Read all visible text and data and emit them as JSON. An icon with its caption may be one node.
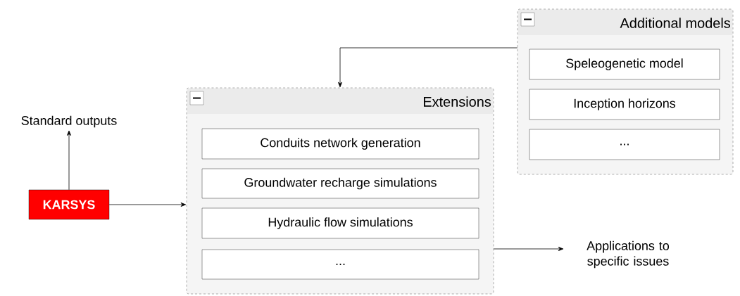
{
  "diagram": {
    "nodes": [
      {
        "text": [
          "Standard outputs"
        ]
      },
      {
        "text": [
          "KARSYS"
        ]
      },
      {
        "text": [
          "Extensions"
        ]
      },
      {
        "text": [
          "Conduits network generation"
        ],
        "in": 2
      },
      {
        "text": [
          "Groundwater recharge simulations"
        ],
        "in": 2
      },
      {
        "text": [
          "Hydraulic flow simulations"
        ],
        "in": 2
      },
      {
        "text": [
          "..."
        ],
        "in": 2
      },
      {
        "text": [
          "Additional models"
        ]
      },
      {
        "text": [
          "Speleogenetic model"
        ],
        "in": 7
      },
      {
        "text": [
          "Inception horizons"
        ],
        "in": 7
      },
      {
        "text": [
          "..."
        ],
        "in": 7
      },
      {
        "text": [
          "Applications to specific issues"
        ]
      }
    ],
    "edges": [
      {
        "from": 1,
        "to": 0,
        "arrow": "to"
      },
      {
        "from": 1,
        "to": 2,
        "arrow": "to"
      },
      {
        "from": 7,
        "to": 2,
        "arrow": "to"
      },
      {
        "from": 2,
        "to": 11,
        "arrow": "to"
      }
    ]
  }
}
